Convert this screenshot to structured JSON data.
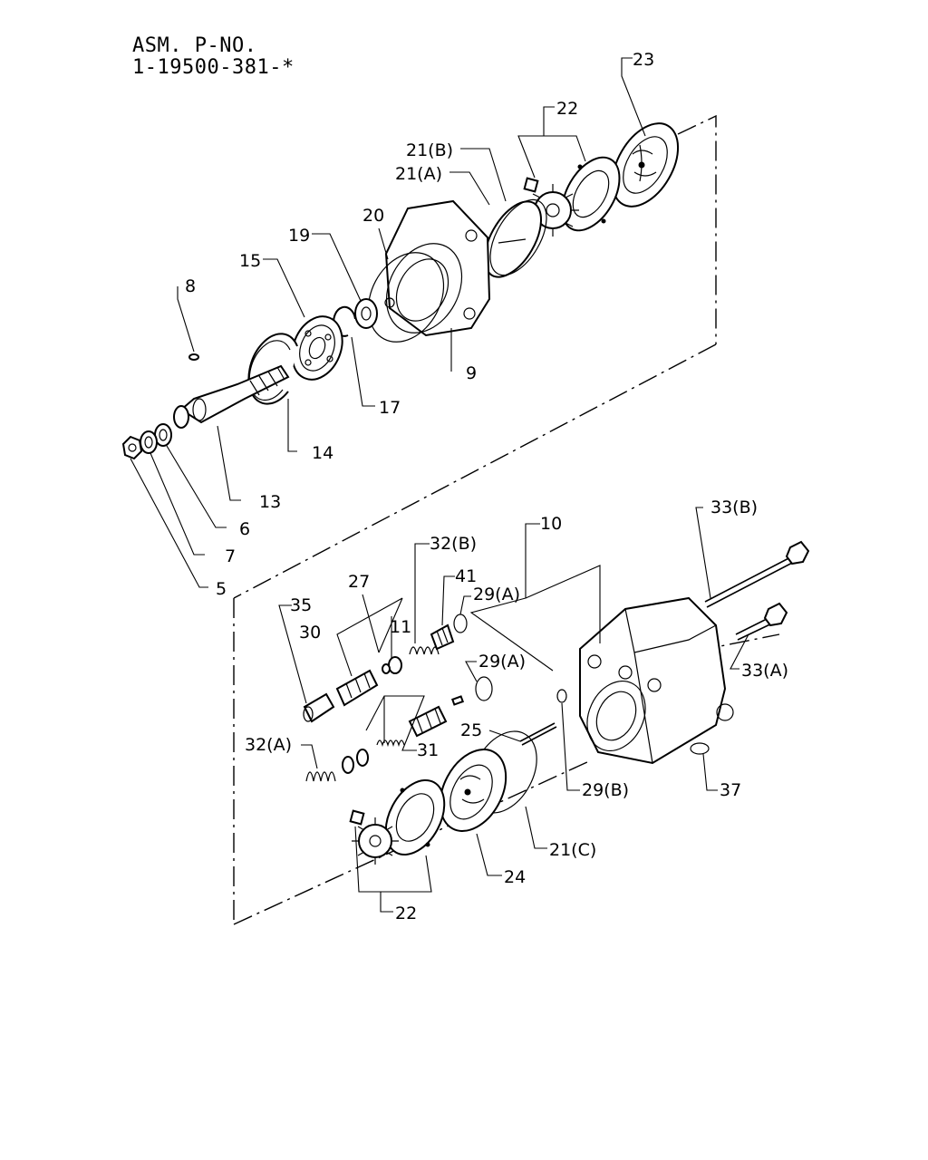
{
  "header": {
    "line1": "ASM. P-NO.",
    "line2": "1-19500-381-*"
  },
  "callouts": [
    "23",
    "22",
    "21(B)",
    "21(A)",
    "20",
    "19",
    "15",
    "8",
    "9",
    "17",
    "14",
    "13",
    "6",
    "7",
    "5",
    "33(B)",
    "10",
    "32(B)",
    "41",
    "29(A)",
    "27",
    "35",
    "11",
    "30",
    "29(A)",
    "33(A)",
    "25",
    "31",
    "32(A)",
    "29(B)",
    "37",
    "21(C)",
    "24",
    "22"
  ],
  "icons": [
    "pump-housing",
    "drive-shaft",
    "ball-bearing",
    "cam-ring",
    "rotor-vane",
    "pressure-plate",
    "bolt",
    "o-ring",
    "snap-ring",
    "valve-spring",
    "relief-valve"
  ]
}
